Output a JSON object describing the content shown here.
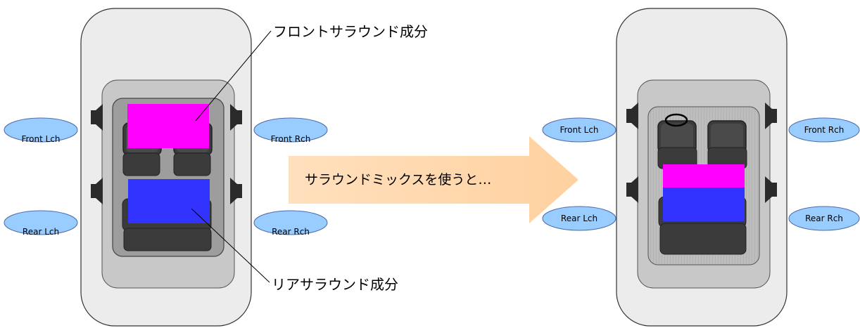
{
  "left_diagram": {
    "callout_front": "フロントサラウンド成分",
    "callout_rear": "リアサラウンド成分",
    "speakers": {
      "front_l": "Front Lch",
      "front_r": "Front Rch",
      "rear_l": "Rear Lch",
      "rear_r": "Rear Rch"
    }
  },
  "arrow": {
    "label": "サラウンドミックスを使うと…"
  },
  "right_diagram": {
    "speakers": {
      "front_l": "Front Lch",
      "front_r": "Front Rch",
      "rear_l": "Rear Lch",
      "rear_r": "Rear Rch"
    }
  },
  "colors": {
    "front_component": "#ff00ff",
    "rear_component": "#3333ff",
    "speaker_ellipse": "#99ccff",
    "arrow": "#ffd7a8"
  }
}
